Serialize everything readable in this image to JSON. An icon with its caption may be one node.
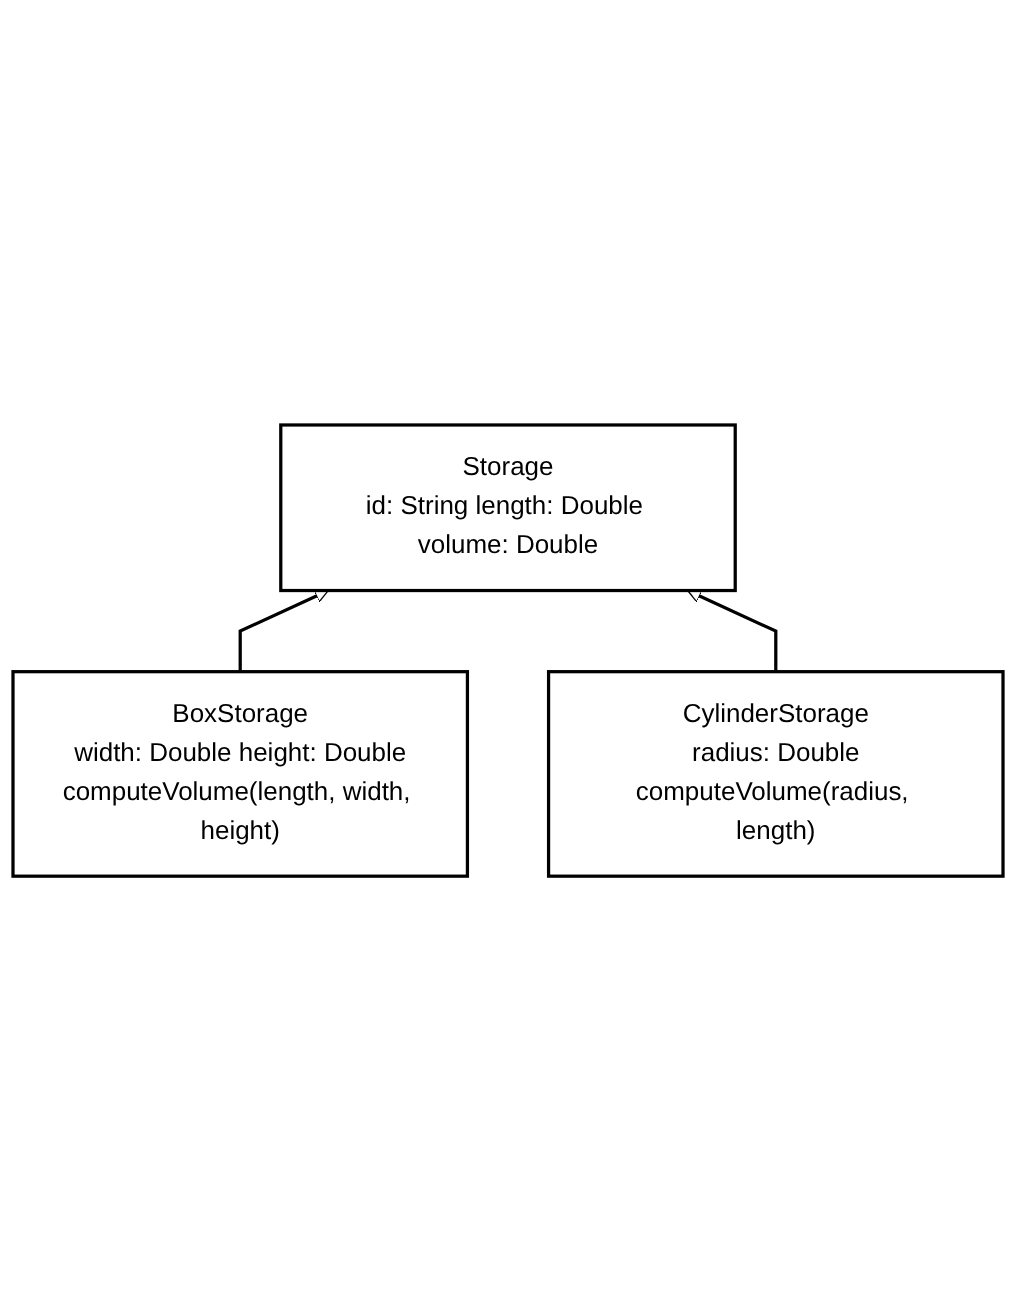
{
  "diagram": {
    "nodes": [
      {
        "text": [
          "Storage",
          "id: String length: Double volume: Double"
        ]
      },
      {
        "text": [
          "BoxStorage",
          "width: Double height: Double",
          "computeVolume(length, width, height)"
        ]
      },
      {
        "text": [
          "CylinderStorage",
          "radius: Double",
          "computeVolume(radius, length)"
        ]
      }
    ],
    "edges": [
      {
        "from": 1,
        "to": 0,
        "arrow": "to"
      },
      {
        "from": 2,
        "to": 0,
        "arrow": "to"
      }
    ]
  }
}
